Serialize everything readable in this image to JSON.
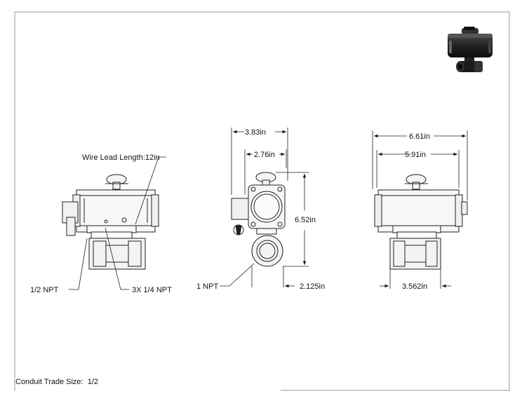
{
  "dimensions": {
    "wire_lead": "Wire Lead Length:12in",
    "overall_width_side": "3.83in",
    "body_width_side": "2.76in",
    "height": "6.52in",
    "port_right": "1 NPT",
    "port_offset": "2.125in",
    "overall_length": "6.61in",
    "actuator_length": "5.91in",
    "valve_length": "3.562in",
    "port_left": "1/2 NPT",
    "air_ports": "3X 1/4 NPT"
  },
  "footer": {
    "conduit_label": "Conduit Trade Size:",
    "conduit_value": "1/2"
  },
  "thumbnail": {
    "icon": "valve-3d-thumbnail-icon"
  }
}
